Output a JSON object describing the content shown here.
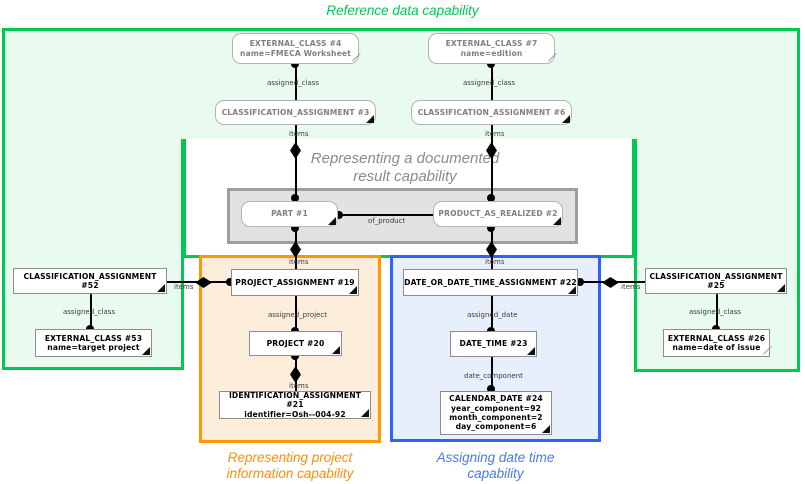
{
  "diagram": {
    "title": "STEP entity instance diagram with capability regions",
    "colors": {
      "reference_data": "#00c853",
      "project_information": "#ff9800",
      "date_time": "#2962ff",
      "documented_result": "#9e9e9e"
    }
  },
  "regions": [
    {
      "id": "reference-data",
      "caption": "Reference data capability",
      "color": "#00c853"
    },
    {
      "id": "documented-result",
      "caption": "Representing a documented\nresult capability",
      "color": "#8a8a8a"
    },
    {
      "id": "project-information",
      "caption": "Representing project\ninformation capability",
      "color": "#ff8f00"
    },
    {
      "id": "date-time",
      "caption": "Assigning date time\ncapability",
      "color": "#4a79e8"
    }
  ],
  "nodes": {
    "external_class_4": {
      "label": "EXTERNAL_CLASS #4\nname=FMECA Worksheet"
    },
    "external_class_7": {
      "label": "EXTERNAL_CLASS #7\nname=edition"
    },
    "classification_assignment_3": {
      "label": "CLASSIFICATION_ASSIGNMENT #3"
    },
    "classification_assignment_6": {
      "label": "CLASSIFICATION_ASSIGNMENT #6"
    },
    "part_1": {
      "label": "PART #1"
    },
    "product_as_realized_2": {
      "label": "PRODUCT_AS_REALIZED #2"
    },
    "classification_assignment_52": {
      "label": "CLASSIFICATION_ASSIGNMENT #52"
    },
    "external_class_53": {
      "label": "EXTERNAL_CLASS #53\nname=target project"
    },
    "project_assignment_19": {
      "label": "PROJECT_ASSIGNMENT #19"
    },
    "project_20": {
      "label": "PROJECT #20"
    },
    "identification_assignment_21": {
      "label": "IDENTIFICATION_ASSIGNMENT #21\nidentifier=Osh--004-92"
    },
    "date_or_date_time_assignment_22": {
      "label": "DATE_OR_DATE_TIME_ASSIGNMENT #22"
    },
    "date_time_23": {
      "label": "DATE_TIME #23"
    },
    "calendar_date_24": {
      "label": "CALENDAR_DATE #24\nyear_component=92\nmonth_component=2\nday_component=6"
    },
    "classification_assignment_25": {
      "label": "CLASSIFICATION_ASSIGNMENT #25"
    },
    "external_class_26": {
      "label": "EXTERNAL_CLASS #26\nname=date of issue"
    }
  },
  "edges": {
    "assigned_class_4_3": "assigned_class",
    "items_3_1": "items",
    "assigned_class_7_6": "assigned_class",
    "items_6_2": "items",
    "of_product": "of_product",
    "items_1_19": "items",
    "items_2_22": "items",
    "items_52_19": "items",
    "assigned_class_52_53": "assigned_class",
    "assigned_project": "assigned_project",
    "items_20_21": "items",
    "assigned_date": "assigned_date",
    "date_component": "date_component",
    "items_25_22": "items",
    "assigned_class_25_26": "assigned_class"
  }
}
